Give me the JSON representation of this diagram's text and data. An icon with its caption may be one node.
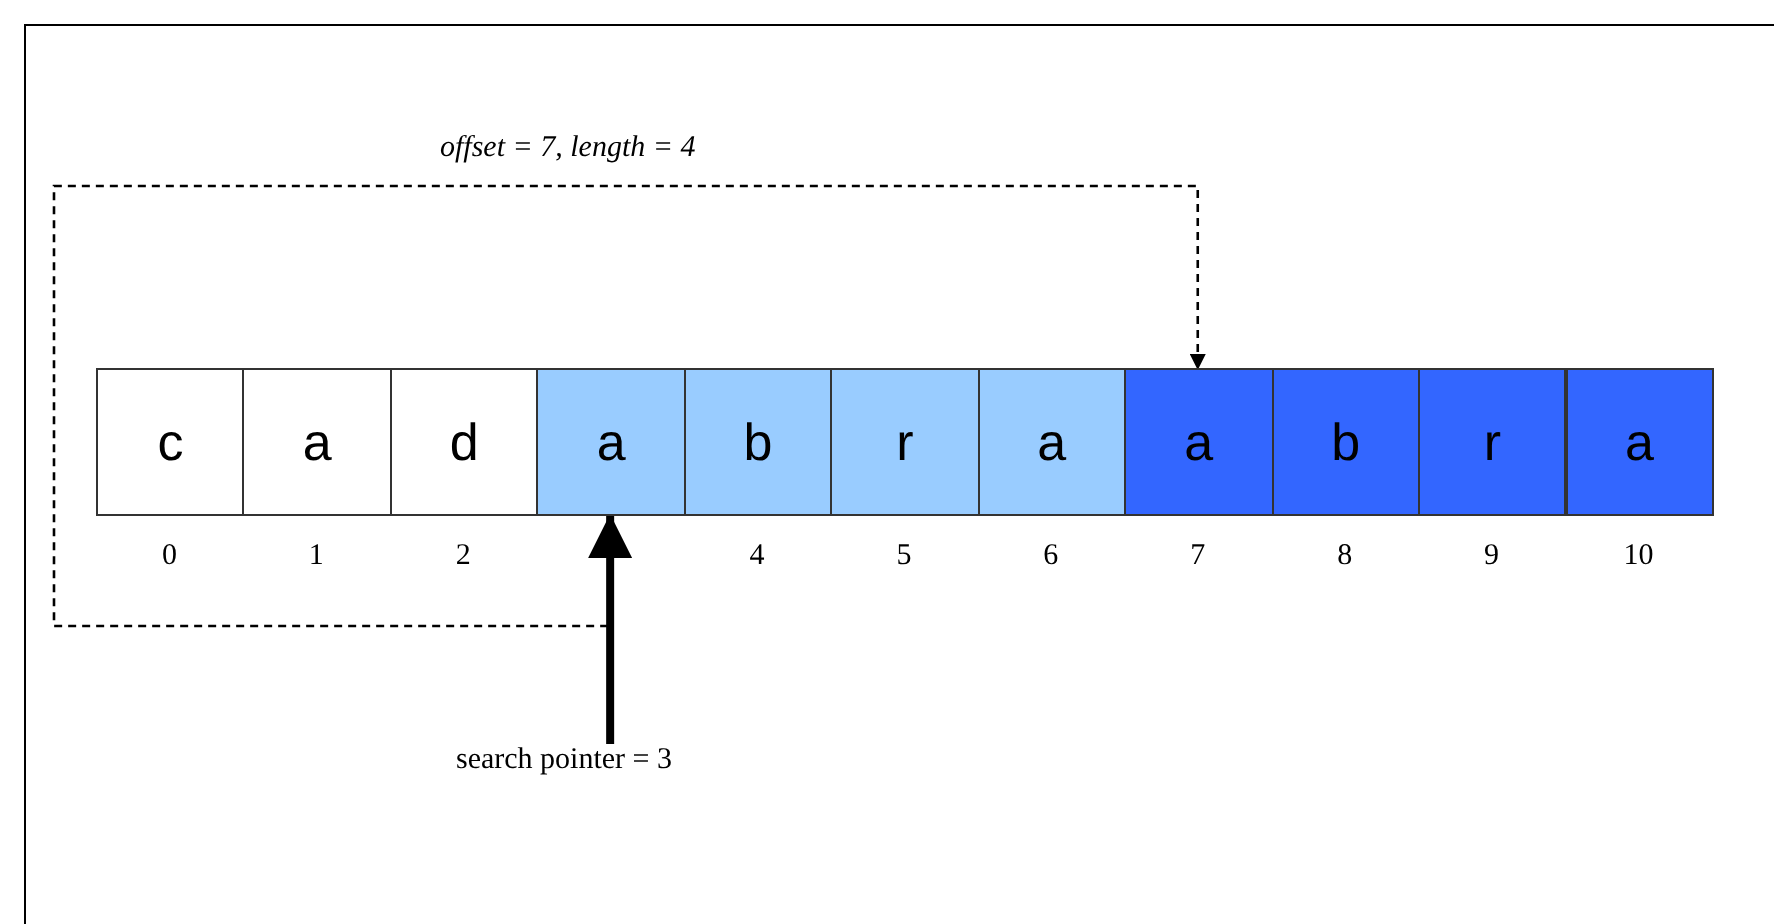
{
  "diagram": {
    "nodes": [
      {
        "text": [
          "c"
        ]
      },
      {
        "text": [
          "a"
        ]
      },
      {
        "text": [
          "d"
        ]
      },
      {
        "text": [
          "a"
        ]
      },
      {
        "text": [
          "b"
        ]
      },
      {
        "text": [
          "r"
        ]
      },
      {
        "text": [
          "a"
        ]
      },
      {
        "text": [
          "a"
        ]
      },
      {
        "text": [
          "b"
        ]
      },
      {
        "text": [
          "r"
        ]
      },
      {
        "text": [
          "a"
        ]
      },
      {
        "text": [
          "search pointer = 3"
        ]
      }
    ],
    "edges": [
      {
        "from": 3,
        "to": 7,
        "arrow": "to",
        "style": "dashed",
        "label": "offset = 7, length = 4"
      },
      {
        "from": 11,
        "to": 3,
        "arrow": "to",
        "style": "thick"
      }
    ],
    "labels": [
      "0",
      "1",
      "2",
      "4",
      "5",
      "6",
      "7",
      "8",
      "9",
      "10"
    ]
  }
}
